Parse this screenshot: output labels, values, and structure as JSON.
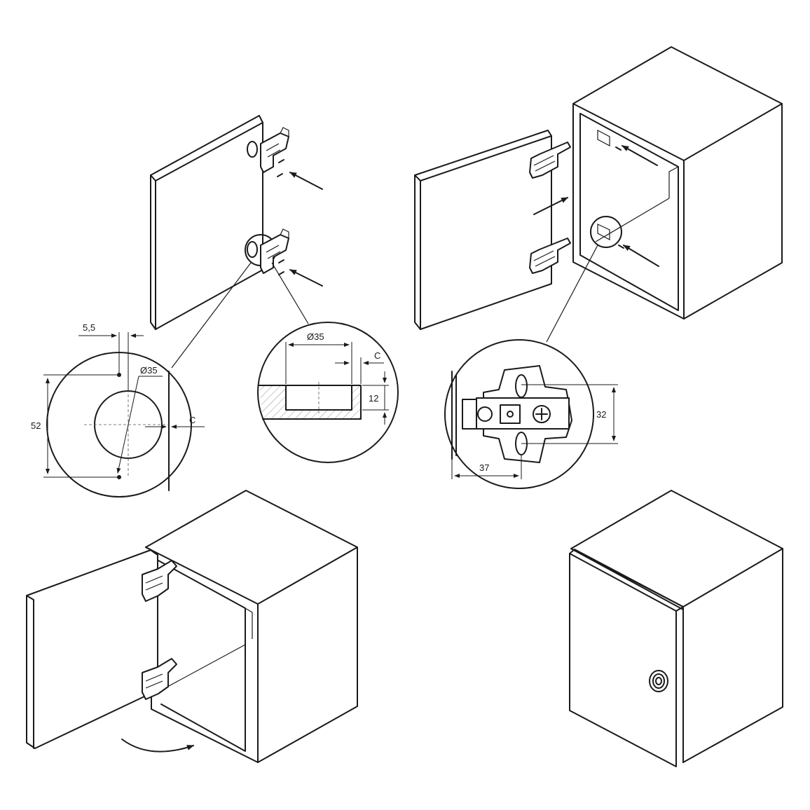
{
  "labels": {
    "offset": "5,5",
    "diameter_face": "Ø35",
    "spacing": "52",
    "edge_face": "C",
    "diameter_section": "Ø35",
    "edge_section": "C",
    "depth": "12",
    "plate_height": "32",
    "plate_depth": "37"
  },
  "colors": {
    "line": "#1a1a1a",
    "background": "#ffffff"
  },
  "icons": [
    "arrow-icon",
    "screw-icon",
    "hinge-icon",
    "knob-icon",
    "curved-arrow-icon"
  ]
}
